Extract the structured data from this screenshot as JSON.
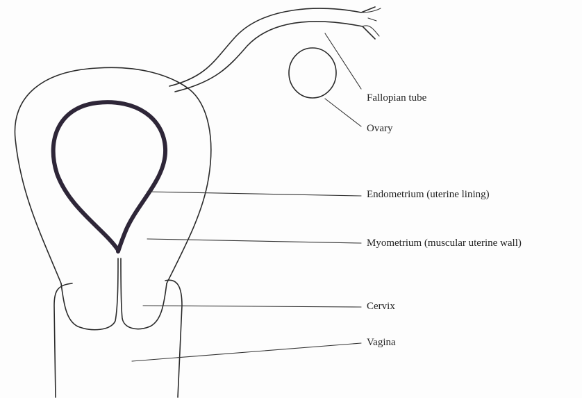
{
  "diagram": {
    "labels": {
      "fallopian_tube": "Fallopian tube",
      "ovary": "Ovary",
      "endometrium": "Endometrium (uterine lining)",
      "myometrium": "Myometrium (muscular uterine wall)",
      "cervix": "Cervix",
      "vagina": "Vagina"
    }
  }
}
